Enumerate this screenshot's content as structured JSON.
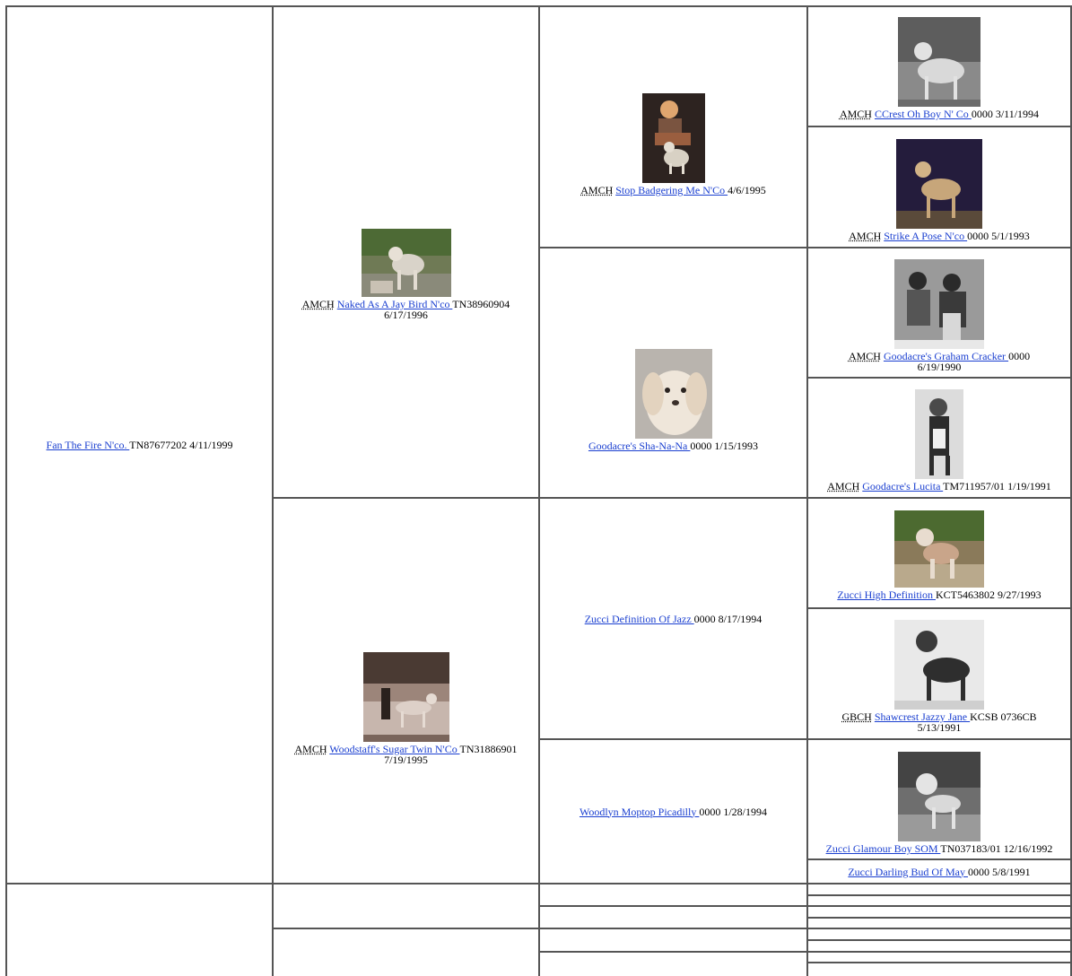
{
  "sire_line": {
    "subject": {
      "name": "Fan The Fire N'co. ",
      "reg": "TN87677202",
      "dob": "4/11/1999"
    },
    "sire": {
      "title": "AMCH",
      "name": "Naked As A Jay Bird N'co ",
      "reg": "TN38960904",
      "dob": "6/17/1996"
    },
    "dam": {
      "title": "AMCH",
      "name": "Woodstaff's Sugar Twin N'Co ",
      "reg": "TN31886901",
      "dob": "7/19/1995"
    },
    "sire_sire": {
      "title": "AMCH",
      "name": "Stop Badgering Me N'Co ",
      "reg": "",
      "dob": "4/6/1995"
    },
    "sire_dam": {
      "title": "",
      "name": "Goodacre's Sha-Na-Na ",
      "reg": "0000",
      "dob": "1/15/1993"
    },
    "dam_sire": {
      "title": "",
      "name": "Zucci Definition Of Jazz ",
      "reg": "0000",
      "dob": "8/17/1994"
    },
    "dam_dam": {
      "title": "",
      "name": "Woodlyn Moptop Picadilly ",
      "reg": "0000",
      "dob": "1/28/1994"
    },
    "g1": {
      "title": "AMCH",
      "name": "CCrest Oh Boy N' Co ",
      "reg": "0000",
      "dob": "3/11/1994"
    },
    "g2": {
      "title": "AMCH",
      "name": "Strike A Pose N'co ",
      "reg": "0000",
      "dob": "5/1/1993"
    },
    "g3": {
      "title": "AMCH",
      "name": "Goodacre's Graham Cracker ",
      "reg": "0000",
      "dob": "6/19/1990"
    },
    "g4": {
      "title": "AMCH",
      "name": "Goodacre's Lucita ",
      "reg": "TM711957/01",
      "dob": "1/19/1991"
    },
    "g5": {
      "title": "",
      "name": "Zucci High Definition ",
      "reg": "KCT5463802",
      "dob": "9/27/1993"
    },
    "g6": {
      "title": "GBCH",
      "name": "Shawcrest Jazzy Jane ",
      "reg": "KCSB 0736CB",
      "dob": "5/13/1991"
    },
    "g7": {
      "title": "",
      "name": "Zucci Glamour Boy SOM ",
      "reg": "TN037183/01",
      "dob": "12/16/1992"
    },
    "g8": {
      "title": "",
      "name": "Zucci Darling Bud Of May ",
      "reg": "0000",
      "dob": "5/8/1991"
    }
  },
  "colors": {
    "link": "#1a3fd0",
    "border": "#555555"
  },
  "icons": {
    "photo": "dog-photo"
  }
}
